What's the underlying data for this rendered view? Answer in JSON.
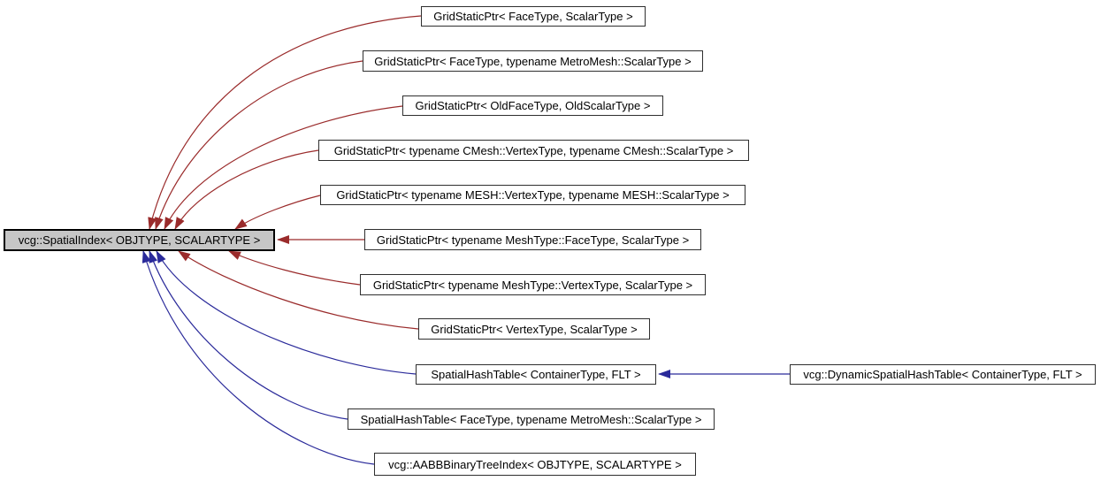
{
  "nodes": {
    "base": {
      "label": "vcg::SpatialIndex< OBJTYPE, SCALARTYPE >"
    },
    "derived": [
      {
        "label": "GridStaticPtr< FaceType, ScalarType >"
      },
      {
        "label": "GridStaticPtr< FaceType, typename MetroMesh::ScalarType >"
      },
      {
        "label": "GridStaticPtr< OldFaceType, OldScalarType >"
      },
      {
        "label": "GridStaticPtr< typename CMesh::VertexType, typename CMesh::ScalarType >"
      },
      {
        "label": "GridStaticPtr< typename MESH::VertexType, typename MESH::ScalarType >"
      },
      {
        "label": "GridStaticPtr< typename MeshType::FaceType, ScalarType >"
      },
      {
        "label": "GridStaticPtr< typename MeshType::VertexType, ScalarType >"
      },
      {
        "label": "GridStaticPtr< VertexType, ScalarType >"
      },
      {
        "label": "SpatialHashTable< ContainerType, FLT >"
      },
      {
        "label": "SpatialHashTable< FaceType, typename MetroMesh::ScalarType >"
      },
      {
        "label": "vcg::AABBBinaryTreeIndex< OBJTYPE, SCALARTYPE >"
      }
    ],
    "external": {
      "label": "vcg::DynamicSpatialHashTable< ContainerType, FLT >"
    }
  },
  "colors": {
    "red_edge": "#9a2b2b",
    "blue_edge": "#2a2a9a",
    "base_node_fill": "#c6c6c6",
    "base_node_border": "#000000",
    "node_fill": "#ffffff",
    "node_border": "#2f2f2f",
    "text": "#000000",
    "background": "#ffffff"
  }
}
